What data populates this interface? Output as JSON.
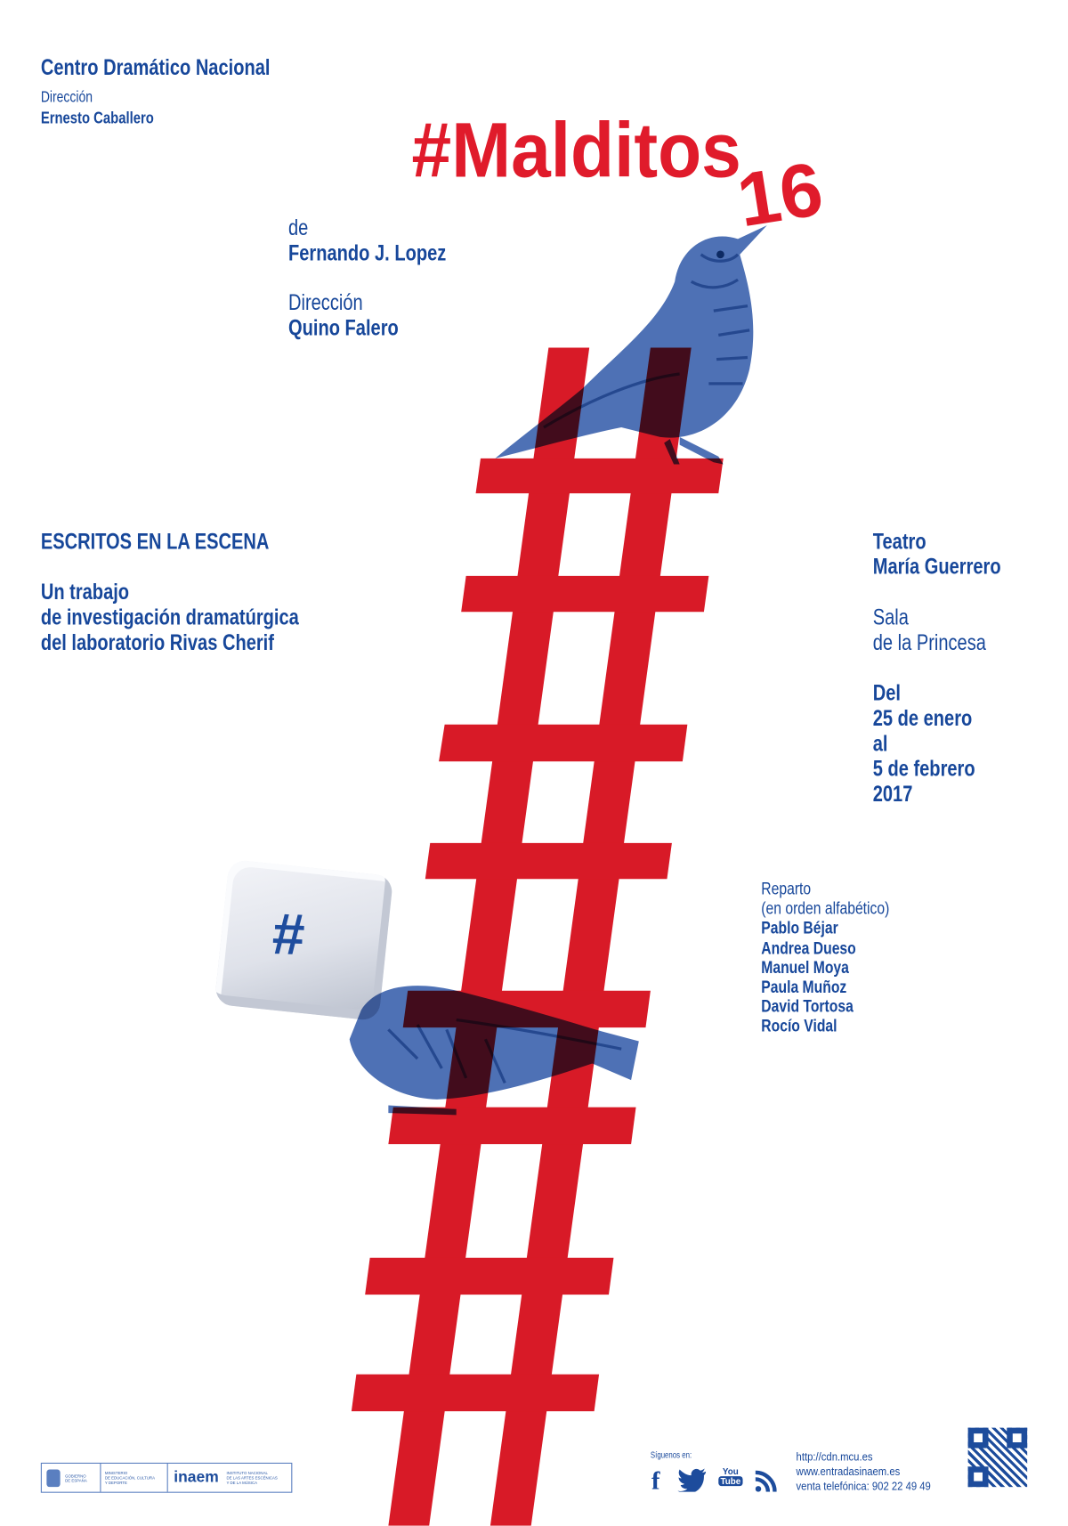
{
  "header": {
    "institution": "Centro Dramático Nacional",
    "direction_label": "Dirección",
    "director": "Ernesto Caballero"
  },
  "title": {
    "main": "#Malditos",
    "suffix": "16"
  },
  "credits": {
    "author_label": "de",
    "author": "Fernando J. Lopez",
    "direction_label": "Dirección",
    "director": "Quino Falero"
  },
  "program": {
    "series": "ESCRITOS EN LA ESCENA",
    "description": [
      "Un trabajo",
      "de investigación dramatúrgica",
      "del laboratorio Rivas Cherif"
    ]
  },
  "venue": {
    "theatre": [
      "Teatro",
      "María Guerrero"
    ],
    "room": [
      "Sala",
      "de la Princesa"
    ],
    "dates": [
      "Del",
      "25 de enero",
      "al",
      "5 de febrero",
      "2017"
    ]
  },
  "cast": {
    "label": "Reparto",
    "note": "(en orden alfabético)",
    "members": [
      "Pablo Béjar",
      "Andrea Dueso",
      "Manuel Moya",
      "Paula Muñoz",
      "David Tortosa",
      "Rocío Vidal"
    ]
  },
  "key_symbol": "#",
  "footer": {
    "logos": {
      "gov": [
        "GOBIERNO",
        "DE ESPAÑA"
      ],
      "ministry": [
        "MINISTERIO",
        "DE EDUCACIÓN, CULTURA",
        "Y DEPORTE"
      ],
      "inaem": "inaem",
      "inaem_full": [
        "INSTITUTO NACIONAL",
        "DE LAS ARTES ESCÉNICAS",
        "Y DE LA MÚSICA"
      ]
    },
    "follow_label": "Síguenos en:",
    "social": [
      "facebook-icon",
      "twitter-icon",
      "youtube-icon",
      "rss-icon"
    ],
    "youtube_text": [
      "You",
      "Tube"
    ],
    "links": [
      "http://cdn.mcu.es",
      "www.entradasinaem.es",
      "venta telefónica: 902 22 49 49"
    ]
  },
  "colors": {
    "blue": "#17479a",
    "red": "#e01b2b"
  }
}
